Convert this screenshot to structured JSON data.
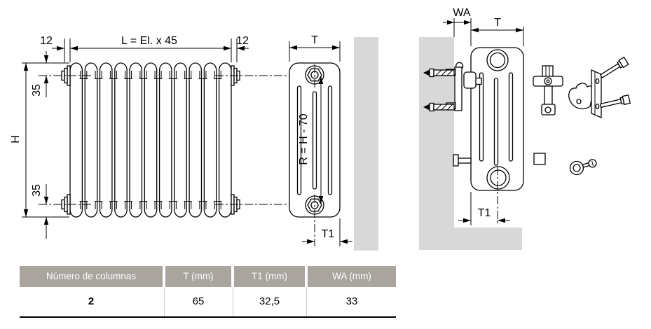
{
  "dims": {
    "end_offset": "12",
    "length_formula": "L = El. x 45",
    "height": "H",
    "tap_offset": "35",
    "depth": "T",
    "tap_height_formula": "R = H - 70",
    "half_depth": "T1",
    "wall_distance": "WA"
  },
  "table": {
    "headers": [
      "Número de columnas",
      "T (mm)",
      "T1 (mm)",
      "WA (mm)"
    ],
    "row": [
      "2",
      "65",
      "32,5",
      "33"
    ]
  },
  "colors": {
    "line": "#000000",
    "wall_fill": "#d8d8d8",
    "table_header_bg": "#a9a49e",
    "table_header_text": "#ffffff",
    "table_separator": "#cccccc"
  }
}
